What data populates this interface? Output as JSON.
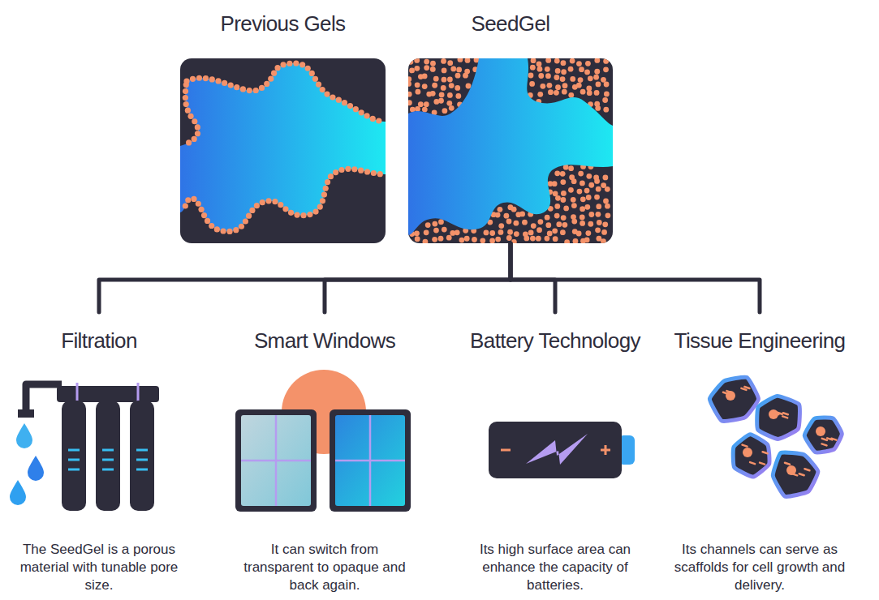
{
  "diagram": {
    "nodes": [
      {
        "text": [
          "Previous Gels"
        ]
      },
      {
        "text": [
          "SeedGel"
        ]
      },
      {
        "text": [
          "Filtration",
          "The SeedGel is a porous material with tunable pore size."
        ]
      },
      {
        "text": [
          "Smart Windows",
          "It can switch from transparent to opaque and back again."
        ]
      },
      {
        "text": [
          "Battery Technology",
          "Its high surface area can enhance the capacity of batteries."
        ]
      },
      {
        "text": [
          "Tissue Engineering",
          "Its channels can serve as scaffolds for cell growth and delivery."
        ]
      }
    ],
    "edges": [
      {
        "from": 1,
        "to": 2,
        "arrow": "none"
      },
      {
        "from": 1,
        "to": 3,
        "arrow": "none"
      },
      {
        "from": 1,
        "to": 4,
        "arrow": "none"
      },
      {
        "from": 1,
        "to": 5,
        "arrow": "none"
      }
    ]
  }
}
